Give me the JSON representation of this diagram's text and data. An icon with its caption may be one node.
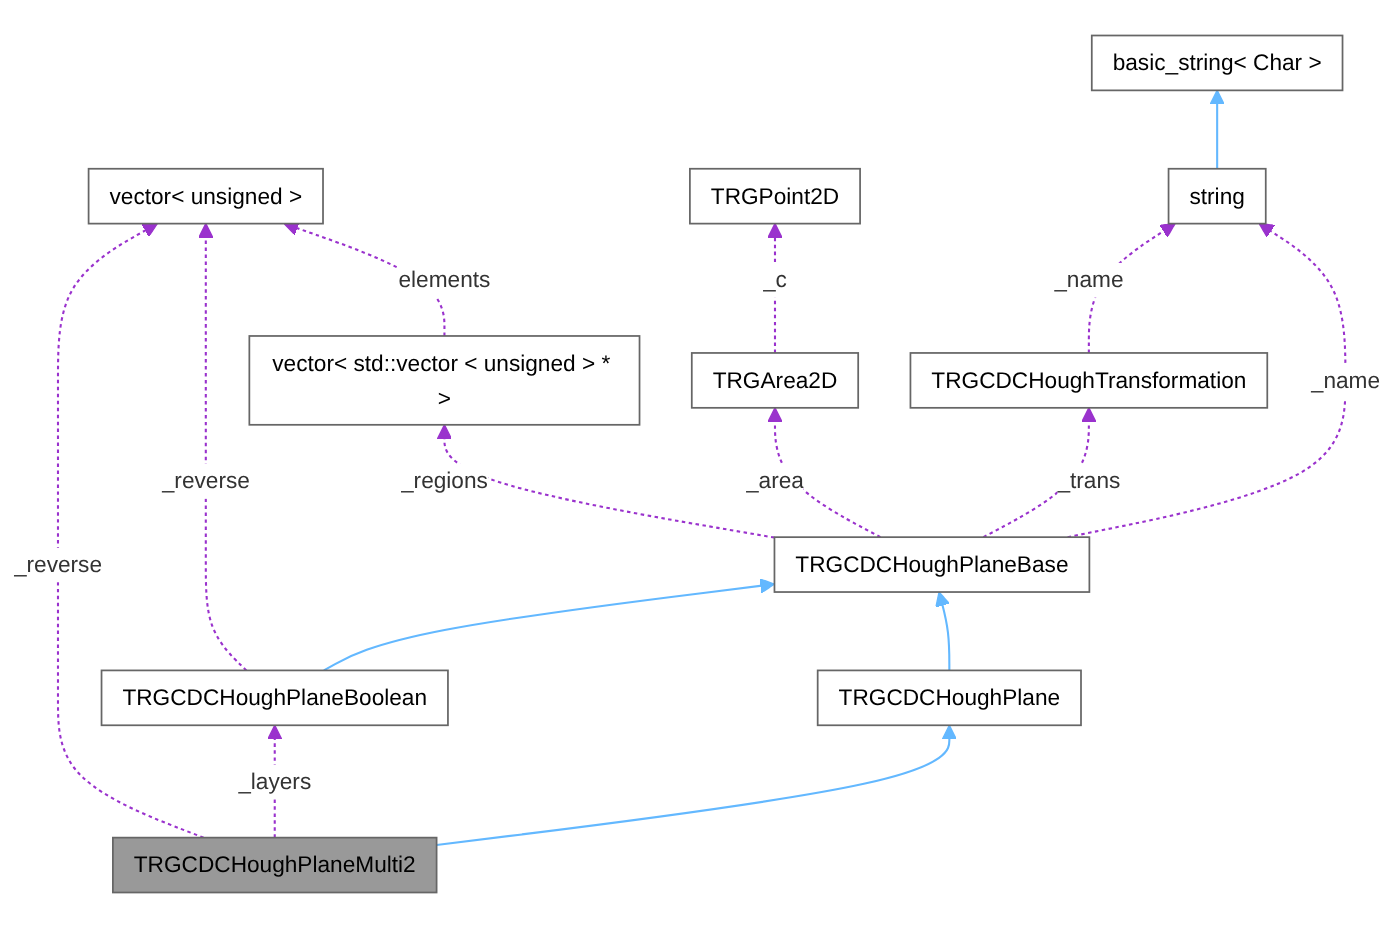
{
  "diagram": {
    "nodes": [
      {
        "text": [
          "basic_string< Char >"
        ]
      },
      {
        "text": [
          "vector< unsigned >"
        ]
      },
      {
        "text": [
          "TRGPoint2D"
        ]
      },
      {
        "text": [
          "string"
        ]
      },
      {
        "text": [
          "vector< std::vector < unsigned > * >"
        ]
      },
      {
        "text": [
          "TRGArea2D"
        ]
      },
      {
        "text": [
          "TRGCDCHoughTransformation"
        ]
      },
      {
        "text": [
          "TRGCDCHoughPlaneBase"
        ]
      },
      {
        "text": [
          "TRGCDCHoughPlaneBoolean"
        ]
      },
      {
        "text": [
          "TRGCDCHoughPlane"
        ]
      },
      {
        "text": [
          "TRGCDCHoughPlaneMulti2"
        ]
      }
    ],
    "edges": [
      {
        "from": 3,
        "to": 0,
        "arrow": "to",
        "color": "#63b8ff"
      },
      {
        "from": 4,
        "to": 1,
        "arrow": "to",
        "label": "elements",
        "style": "dashed"
      },
      {
        "from": 5,
        "to": 2,
        "arrow": "to",
        "label": "_c",
        "style": "dashed"
      },
      {
        "from": 6,
        "to": 3,
        "arrow": "to",
        "label": "_name",
        "style": "dashed"
      },
      {
        "from": 7,
        "to": 4,
        "arrow": "to",
        "label": "_regions",
        "style": "dashed"
      },
      {
        "from": 7,
        "to": 5,
        "arrow": "to",
        "label": "_area",
        "style": "dashed"
      },
      {
        "from": 7,
        "to": 6,
        "arrow": "to",
        "label": "_trans",
        "style": "dashed"
      },
      {
        "from": 7,
        "to": 3,
        "arrow": "to",
        "label": "_name",
        "style": "dashed"
      },
      {
        "from": 8,
        "to": 1,
        "arrow": "to",
        "label": "_reverse",
        "style": "dashed"
      },
      {
        "from": 8,
        "to": 7,
        "arrow": "to",
        "color": "#63b8ff"
      },
      {
        "from": 9,
        "to": 7,
        "arrow": "to",
        "color": "#63b8ff"
      },
      {
        "from": 10,
        "to": 1,
        "arrow": "to",
        "label": "_reverse",
        "style": "dashed"
      },
      {
        "from": 10,
        "to": 8,
        "arrow": "to",
        "label": "_layers",
        "style": "dashed"
      },
      {
        "from": 10,
        "to": 9,
        "arrow": "to",
        "color": "#63b8ff"
      }
    ]
  }
}
